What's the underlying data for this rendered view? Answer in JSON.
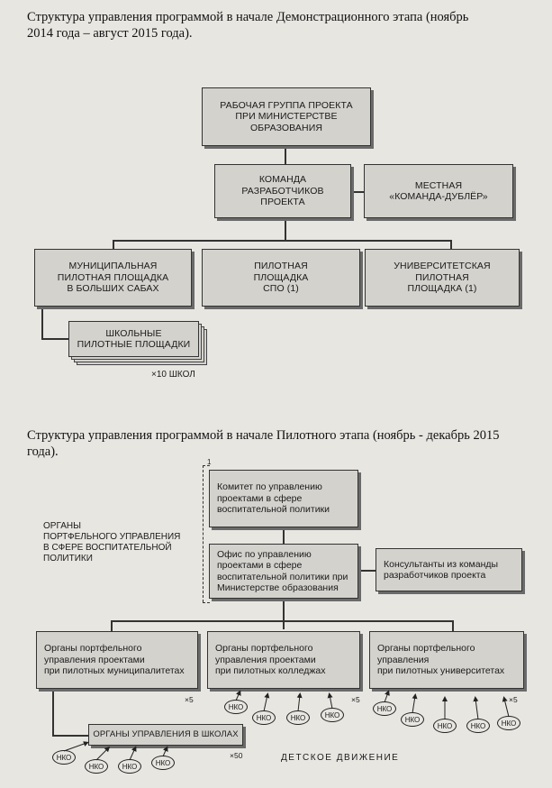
{
  "captions": {
    "stage1": "Структура управления программой в начале Демонстрационного этапа (ноябрь 2014 года – август 2015 года).",
    "stage2": "Структура управления программой в начале Пилотного этапа (ноябрь - декабрь 2015 года)."
  },
  "diagram1": {
    "working_group": "РАБОЧАЯ ГРУППА ПРОЕКТА\nПРИ МИНИСТЕРСТВЕ\nОБРАЗОВАНИЯ",
    "dev_team": "КОМАНДА\nРАЗРАБОТЧИКОВ ПРОЕКТА",
    "local_team": "МЕСТНАЯ\n«КОМАНДА-ДУБЛЁР»",
    "municipal_site": "МУНИЦИПАЛЬНАЯ\nПИЛОТНАЯ ПЛОЩАДКА\nВ БОЛЬШИХ САБАХ",
    "spo_site": "ПИЛОТНАЯ\nПЛОЩАДКА\nСПО (1)",
    "university_site": "УНИВЕРСИТЕТСКАЯ\nПИЛОТНАЯ\nПЛОЩАДКА (1)",
    "school_sites": "ШКОЛЬНЫЕ\nПИЛОТНЫЕ ПЛОЩАДКИ",
    "school_count": "×10 ШКОЛ"
  },
  "diagram2": {
    "portfolio_bodies_label": "ОРГАНЫ\nПОРТФЕЛЬНОГО УПРАВЛЕНИЯ\nВ СФЕРЕ ВОСПИТАТЕЛЬНОЙ\nПОЛИТИКИ",
    "marker": "1",
    "committee": "Комитет по управлению\nпроектами в сфере\nвоспитательной политики",
    "office": "Офис по управлению\nпроектами в сфере\nвоспитательной политики при\nМинистерстве образования",
    "consultants": "Консультанты из команды\nразработчиков проекта",
    "municipal_bodies": "Органы портфельного\nуправления проектами\nпри пилотных муниципалитетах",
    "college_bodies": "Органы портфельного\nуправления проектами\nпри пилотных колледжах",
    "university_bodies": "Органы портфельного\nуправления\nпри пилотных университетах",
    "mult_municipal": "×5",
    "mult_college": "×5",
    "mult_university": "×5",
    "school_bodies": "ОРГАНЫ УПРАВЛЕНИЯ В ШКОЛАХ",
    "mult_school": "×50",
    "ngo": "НКО",
    "children_movement": "ДЕТСКОЕ ДВИЖЕНИЕ"
  }
}
